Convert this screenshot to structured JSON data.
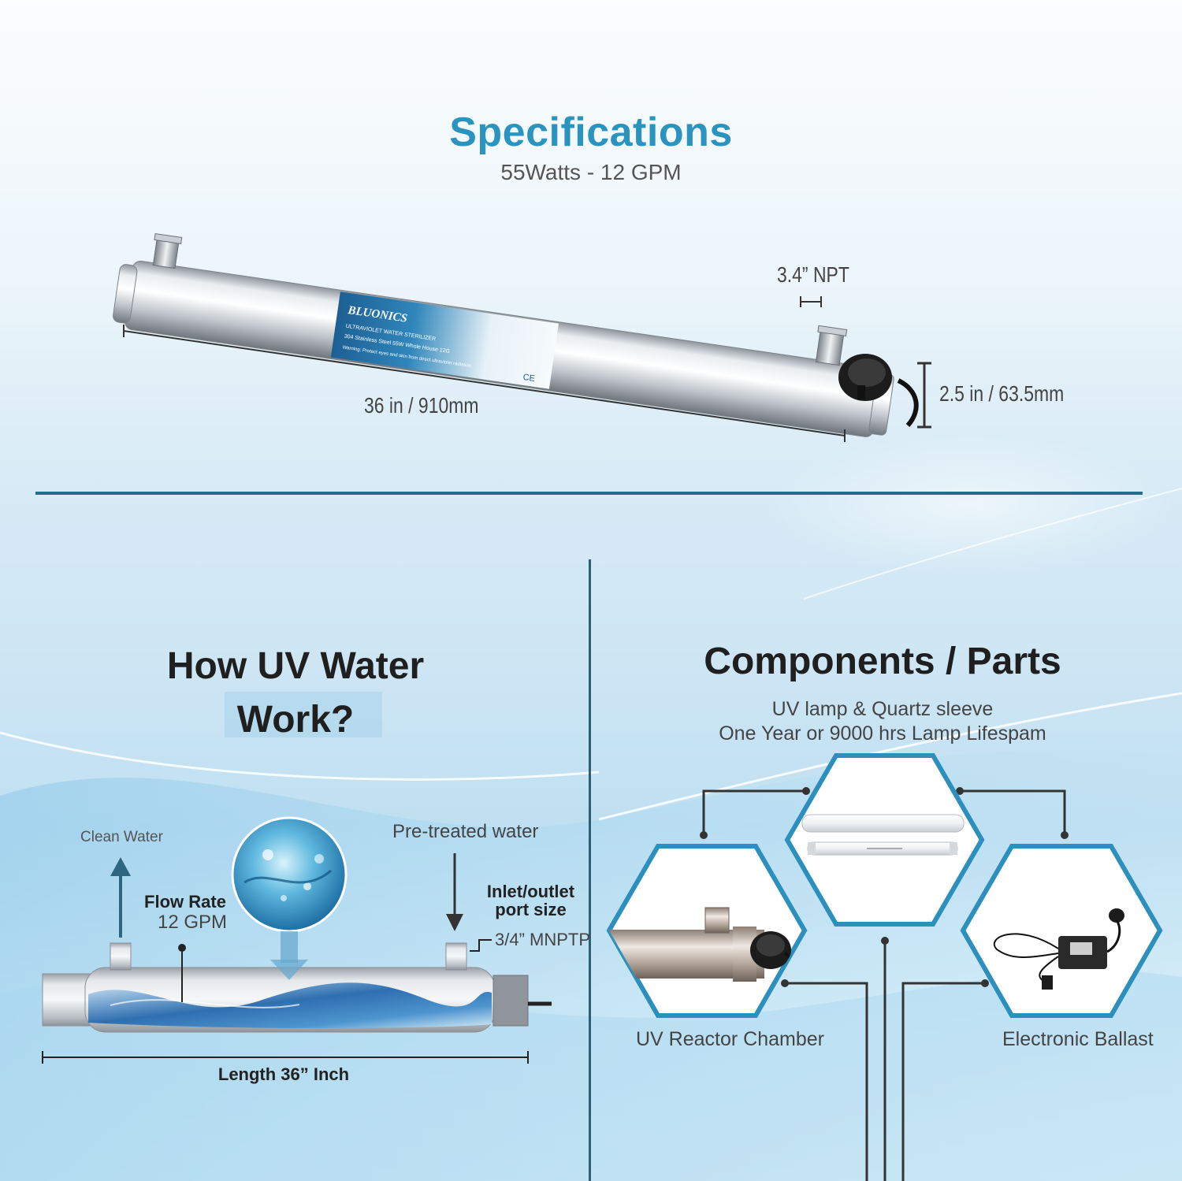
{
  "specifications": {
    "title": "Specifications",
    "subtitle": "55Watts - 12 GPM",
    "product_label": {
      "brand": "BLUONICS",
      "line1": "ULTRAVIOLET WATER STERILIZER",
      "line2": "304 Stainless Steel  55W Whole House 12G",
      "warning": "Warning: Protect eyes and skin from direct ultraviolet radiation",
      "mark": "CE"
    },
    "dimensions": {
      "port": "3.4” NPT",
      "length": "36 in / 910mm",
      "diameter": "2.5 in / 63.5mm"
    }
  },
  "how_it_works": {
    "title_line1": "How UV Water",
    "title_line2": "Work?",
    "clean_water": "Clean Water",
    "pretreated_water": "Pre-treated water",
    "flow_rate_label": "Flow Rate",
    "flow_rate_value": "12 GPM",
    "port_size_label_line1": "Inlet/outlet",
    "port_size_label_line2": "port size",
    "port_size_value": "3/4” MNPTP",
    "length_label": "Length 36” Inch"
  },
  "components": {
    "title": "Components / Parts",
    "lamp_line1": "UV lamp & Quartz sleeve",
    "lamp_line2": "One Year or 9000 hrs Lamp Lifespam",
    "reactor_label": "UV Reactor Chamber",
    "ballast_label": "Electronic Ballast"
  },
  "colors": {
    "accent": "#2a93bf",
    "hex_border": "#2d8fbd",
    "divider": "#1f6f8c",
    "connector": "#333333"
  }
}
